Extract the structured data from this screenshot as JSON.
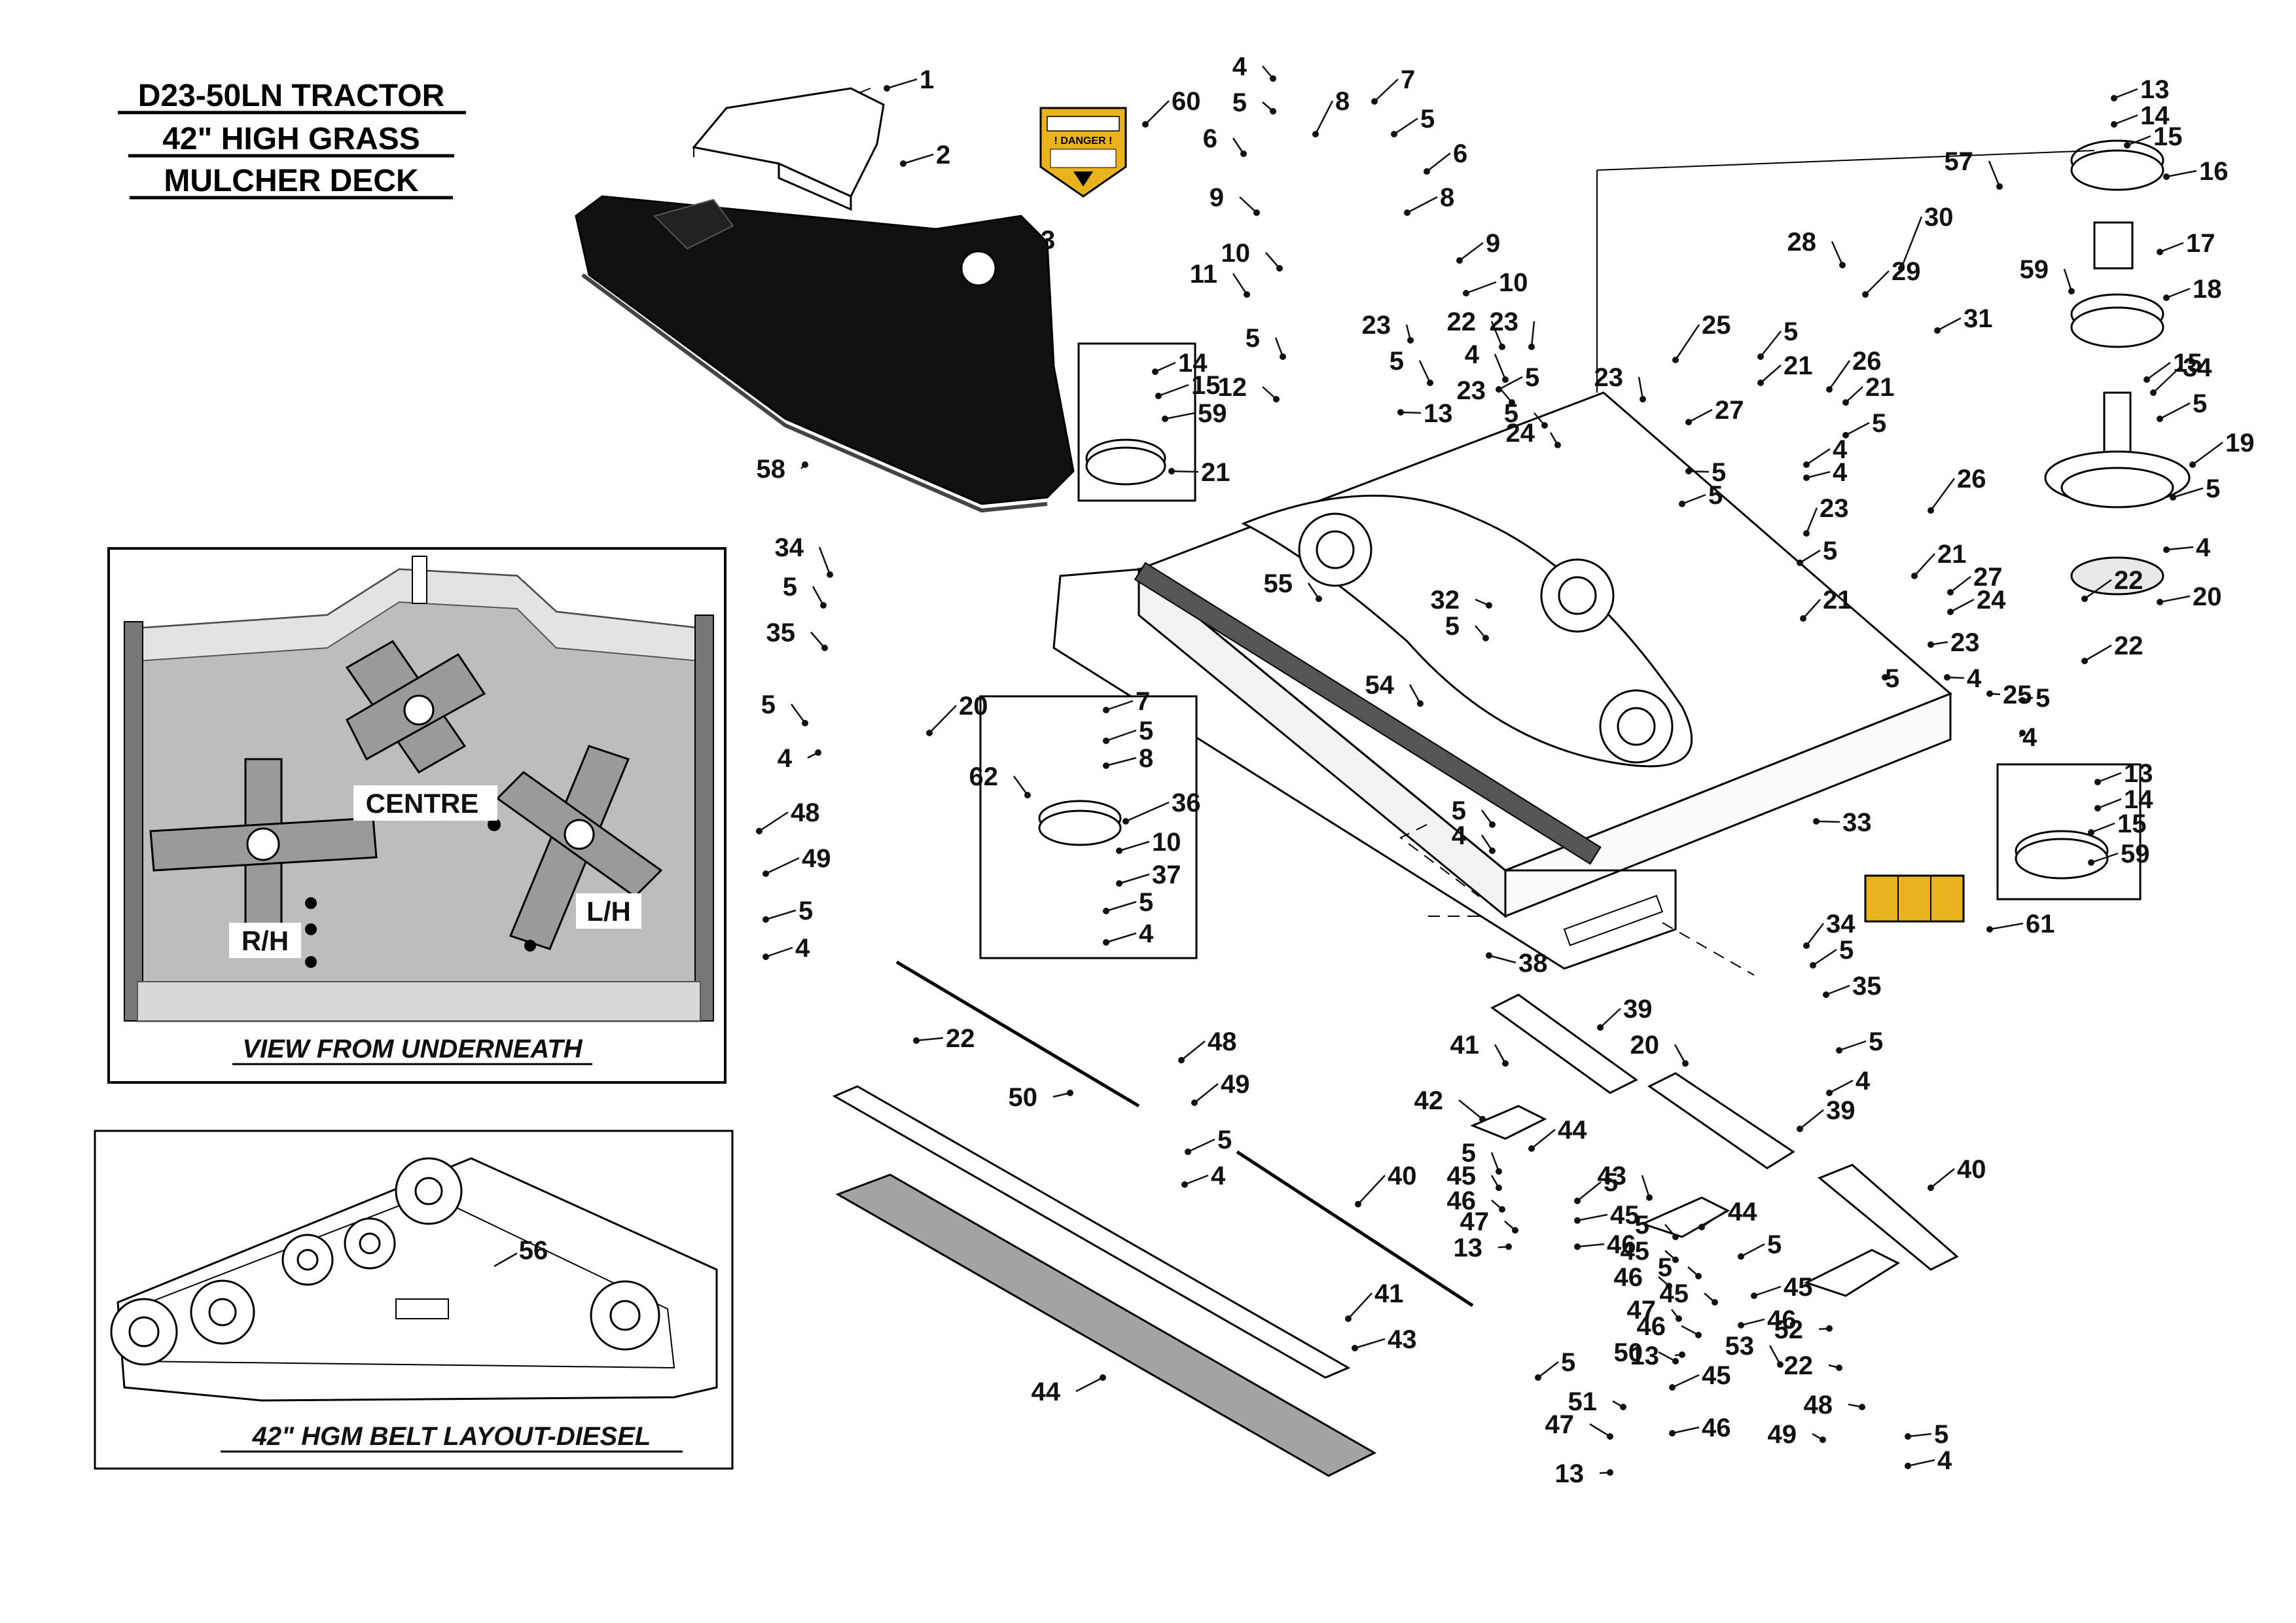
{
  "title": {
    "line1": "D23-50LN TRACTOR",
    "line2": "42\" HIGH GRASS",
    "line3": "MULCHER DECK"
  },
  "insets": {
    "underneath": {
      "caption": "VIEW FROM UNDERNEATH",
      "blade_labels": [
        "CENTRE",
        "R/H",
        "L/H"
      ]
    },
    "belt_layout": {
      "caption": "42\" HGM BELT LAYOUT-DIESEL",
      "callout": "56"
    }
  },
  "decals": {
    "danger_text": "! DANGER !"
  },
  "colors": {
    "line": "#000000",
    "decal_yellow": "#e8b31c",
    "deck_fill": "#bdbdbd",
    "skirt_fill": "#0a0a0a",
    "scraper_fill": "#a3a3a3"
  },
  "callouts": [
    "1",
    "2",
    "3",
    "58",
    "60",
    "4",
    "5",
    "8",
    "7",
    "5",
    "6",
    "6",
    "9",
    "8",
    "9",
    "10",
    "10",
    "11",
    "5",
    "23",
    "12",
    "13",
    "14",
    "15",
    "59",
    "21",
    "22",
    "23",
    "5",
    "5",
    "4",
    "23",
    "5",
    "24",
    "25",
    "23",
    "5",
    "21",
    "26",
    "21",
    "27",
    "5",
    "5",
    "4",
    "5",
    "4",
    "28",
    "29",
    "30",
    "31",
    "13",
    "14",
    "15",
    "57",
    "16",
    "17",
    "59",
    "18",
    "15",
    "34",
    "5",
    "19",
    "5",
    "4",
    "20",
    "26",
    "23",
    "5",
    "22",
    "21",
    "27",
    "24",
    "21",
    "23",
    "5",
    "4",
    "25",
    "5",
    "4",
    "22",
    "32",
    "5",
    "55",
    "54",
    "33",
    "13",
    "14",
    "15",
    "59",
    "61",
    "34",
    "5",
    "35",
    "5",
    "20",
    "4",
    "7",
    "5",
    "8",
    "62",
    "36",
    "10",
    "37",
    "5",
    "4",
    "48",
    "49",
    "5",
    "4",
    "22",
    "48",
    "49",
    "5",
    "4",
    "50",
    "5",
    "4",
    "38",
    "34",
    "5",
    "35",
    "5",
    "20",
    "4",
    "39",
    "41",
    "42",
    "44",
    "5",
    "45",
    "46",
    "47",
    "13",
    "5",
    "45",
    "46",
    "40",
    "39",
    "43",
    "44",
    "5",
    "45",
    "46",
    "47",
    "13",
    "5",
    "45",
    "46",
    "40",
    "41",
    "43",
    "44",
    "5",
    "45",
    "46",
    "47",
    "13",
    "5",
    "45",
    "46",
    "50",
    "53",
    "51",
    "52",
    "22",
    "48",
    "49",
    "5",
    "4"
  ]
}
